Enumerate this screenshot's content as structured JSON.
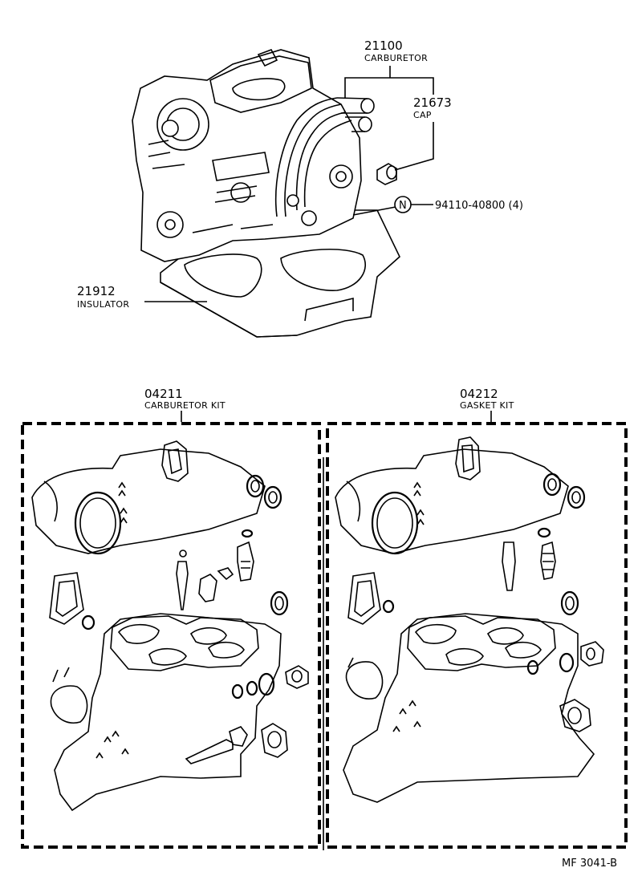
{
  "parts": {
    "carburetor": {
      "number": "21100",
      "name": "CARBURETOR"
    },
    "cap": {
      "number": "21673",
      "name": "CAP"
    },
    "nut": {
      "symbol": "N",
      "number": "94110-40800 (4)"
    },
    "insulator": {
      "number": "21912",
      "name": "INSULATOR"
    },
    "carburetor_kit": {
      "number": "04211",
      "name": "CARBURETOR KIT"
    },
    "gasket_kit": {
      "number": "04212",
      "name": "GASKET KIT"
    }
  },
  "footer": {
    "code": "MF  3041-B"
  }
}
